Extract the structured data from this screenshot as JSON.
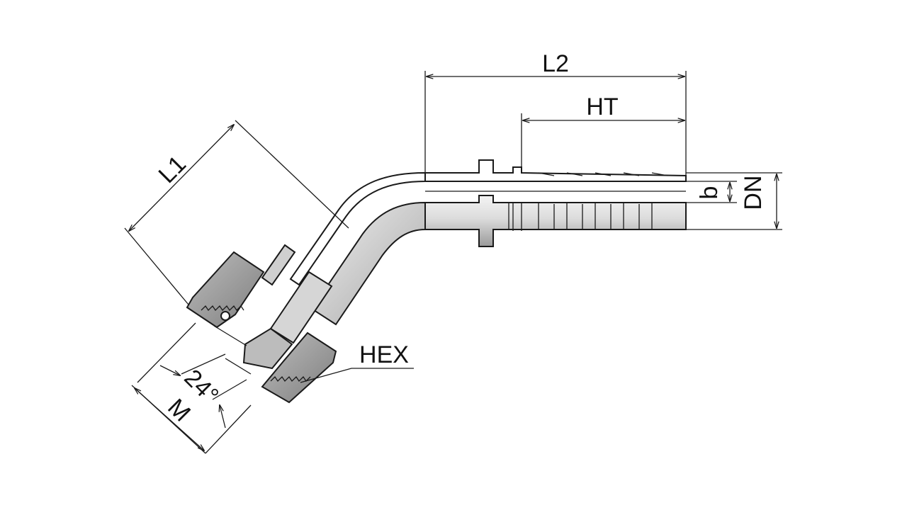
{
  "labels": {
    "l1": "L1",
    "l2": "L2",
    "ht": "HT",
    "b": "b",
    "dn": "DN",
    "hex": "HEX",
    "angle": "24°",
    "m": "M"
  },
  "colors": {
    "metal_light": "#e8e8e8",
    "metal_mid": "#c4c4c4",
    "metal_dark": "#8e8e8e",
    "line": "#1a1a1a"
  }
}
